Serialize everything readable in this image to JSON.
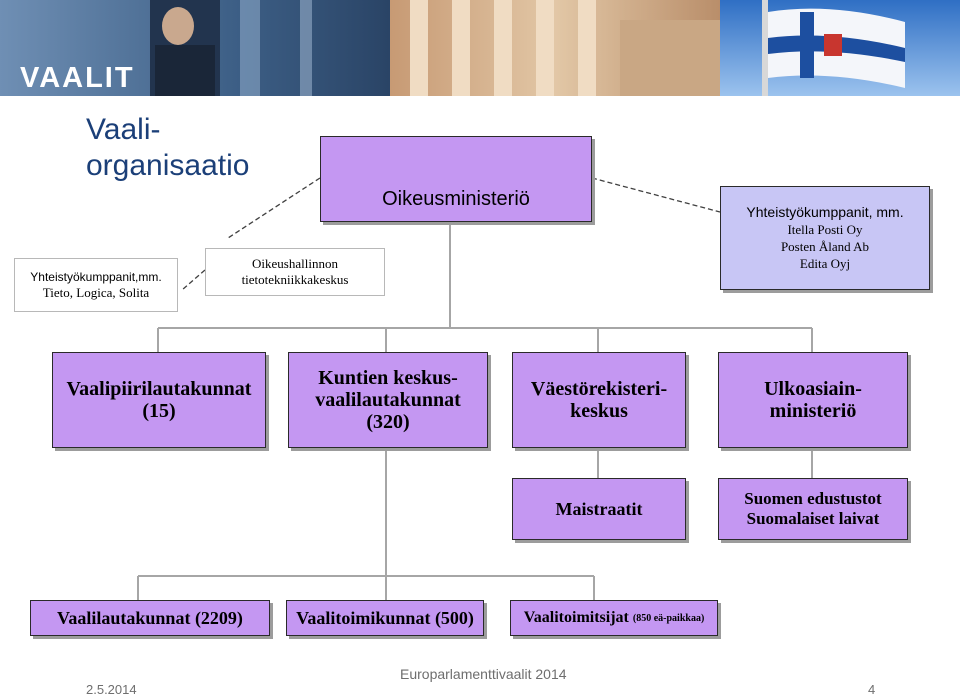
{
  "banner": {
    "logo_text": "VAALIT"
  },
  "title": {
    "line1": "Vaali-",
    "line2": "organisaatio"
  },
  "top": {
    "ministry": "Oikeusministeriö",
    "it_center_line1": "Oikeushallinnon",
    "it_center_line2": "tietotekniikkakeskus",
    "partners_left_line1": "Yhteistyökumppanit,mm.",
    "partners_left_line2": "Tieto, Logica, Solita",
    "partners_right": {
      "heading": "Yhteistyökumppanit, mm.",
      "items": [
        "Itella Posti Oy",
        "Posten Åland Ab",
        "Edita Oyj"
      ]
    }
  },
  "middle": {
    "districts_line1": "Vaalipiirilautakunnat",
    "districts_line2": "(15)",
    "municipal_line1": "Kuntien keskus-",
    "municipal_line2": "vaalilautakunnat",
    "municipal_line3": "(320)",
    "population_line1": "Väestörekisteri-",
    "population_line2": "keskus",
    "foreign_line1": "Ulkoasiain-",
    "foreign_line2": "ministeriö"
  },
  "lower": {
    "magistrates": "Maistraatit",
    "missions_line1": "Suomen edustustot",
    "missions_line2": "Suomalaiset laivat"
  },
  "bottom": {
    "boards": "Vaalilautakunnat (2209)",
    "commissions": "Vaalitoimikunnat (500)",
    "officials_main": "Vaalitoimitsijat",
    "officials_note": "(850 eä-paikkaa)"
  },
  "footer": {
    "date": "2.5.2014",
    "event": "Europarlamenttivaalit 2014",
    "page": "4"
  }
}
